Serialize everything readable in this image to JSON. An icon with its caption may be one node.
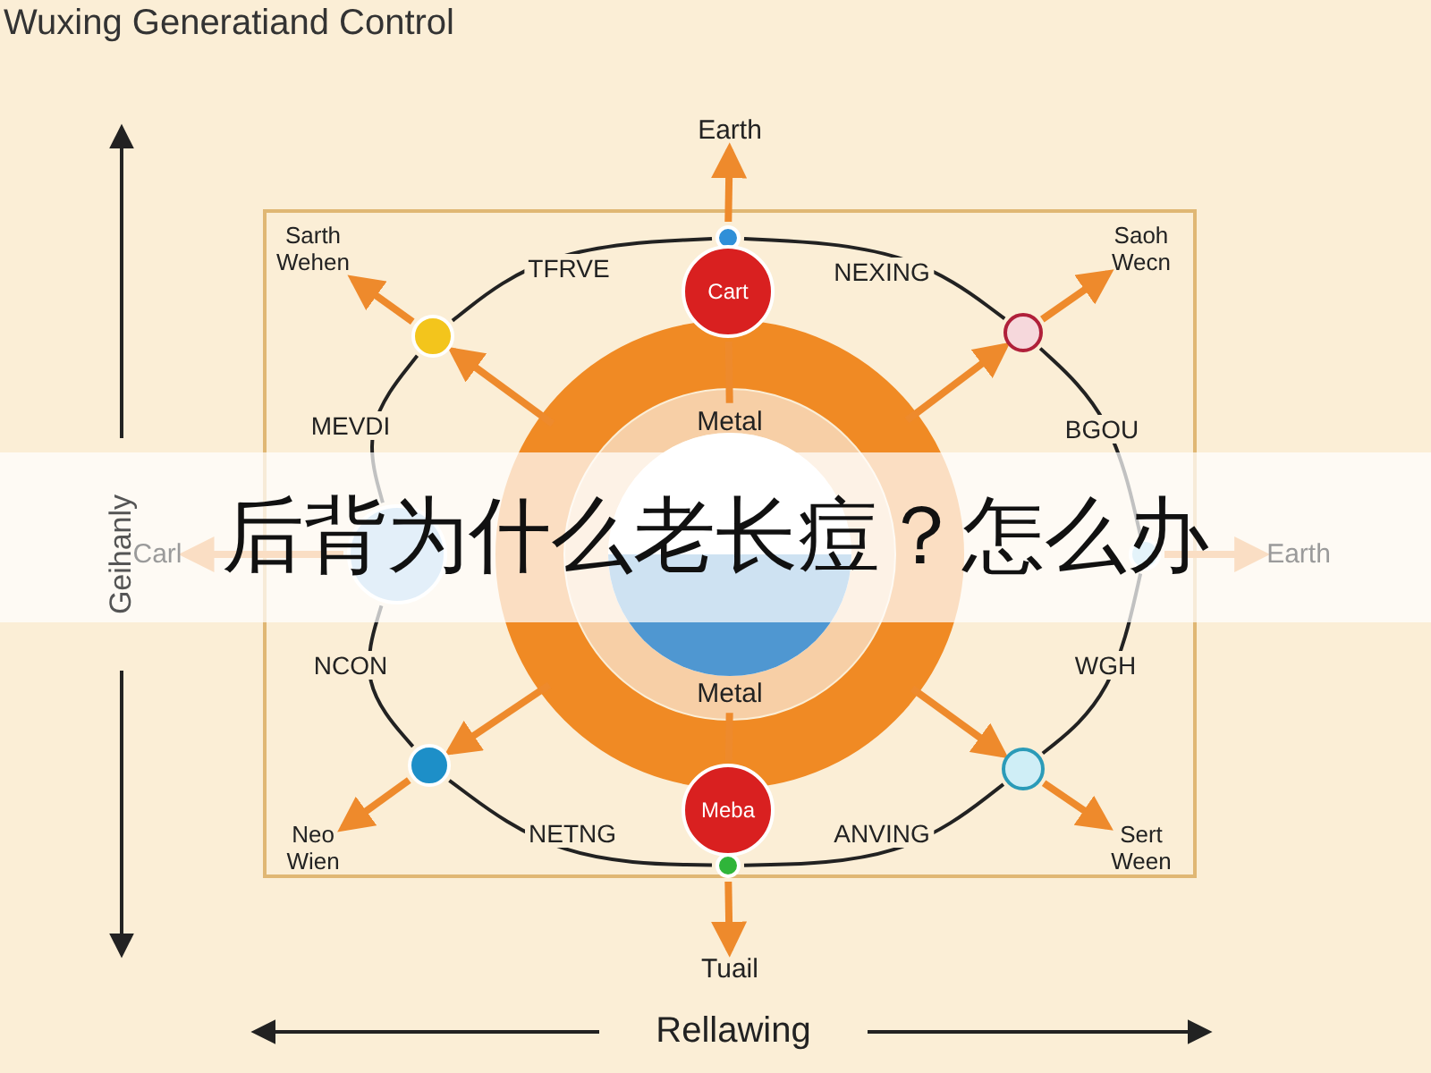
{
  "diagram": {
    "title": "Wuxing Generatiand Control",
    "nodes": [
      {
        "text": [
          "Earth"
        ]
      },
      {
        "text": [],
        "shape": "circle"
      },
      {
        "text": [
          "Cart"
        ]
      },
      {
        "text": [
          "Metal"
        ]
      },
      {
        "text": [
          "Sarth Wehen"
        ]
      },
      {
        "text": [],
        "shape": "circle"
      },
      {
        "text": [
          "Saoh Wecn"
        ]
      },
      {
        "text": [],
        "shape": "circle"
      },
      {
        "text": [
          "Carl"
        ]
      },
      {
        "text": [],
        "shape": "circle"
      },
      {
        "text": [
          "Earth"
        ]
      },
      {
        "text": [],
        "shape": "circle"
      },
      {
        "text": [
          "Metal"
        ]
      },
      {
        "text": [
          "Meba"
        ]
      },
      {
        "text": [],
        "shape": "circle"
      },
      {
        "text": [
          "Tuail"
        ]
      },
      {
        "text": [],
        "shape": "circle"
      },
      {
        "text": [
          "Neo Wien"
        ]
      },
      {
        "text": [],
        "shape": "circle"
      },
      {
        "text": [
          "Sert Ween"
        ]
      }
    ],
    "edges": [
      {
        "from": 1,
        "to": 0,
        "arrow": "to"
      },
      {
        "from": 2,
        "to": 3,
        "arrow": "none"
      },
      {
        "from": null,
        "to": 5,
        "arrow": "to"
      },
      {
        "from": 5,
        "to": 4,
        "arrow": "to"
      },
      {
        "from": null,
        "to": 7,
        "arrow": "to"
      },
      {
        "from": 7,
        "to": 6,
        "arrow": "to"
      },
      {
        "from": 11,
        "to": 10,
        "arrow": "to"
      },
      {
        "from": 13,
        "to": 12,
        "arrow": "none"
      },
      {
        "from": 14,
        "to": 15,
        "arrow": "to"
      },
      {
        "from": null,
        "to": 16,
        "arrow": "to"
      },
      {
        "from": 16,
        "to": 17,
        "arrow": "to"
      },
      {
        "from": null,
        "to": 18,
        "arrow": "to"
      },
      {
        "from": 18,
        "to": 19,
        "arrow": "to"
      },
      {
        "from": 5,
        "to": 1,
        "arrow": "none",
        "label": "TFRVE",
        "color": "#222222"
      },
      {
        "from": 1,
        "to": 7,
        "arrow": "none",
        "label": "NEXING",
        "color": "#222222"
      },
      {
        "from": 7,
        "to": 11,
        "arrow": "none",
        "label": "BGOU",
        "color": "#222222"
      },
      {
        "from": 11,
        "to": 18,
        "arrow": "none",
        "label": "WGH",
        "color": "#222222"
      },
      {
        "from": 18,
        "to": 14,
        "arrow": "none",
        "label": "ANVING",
        "color": "#222222"
      },
      {
        "from": 14,
        "to": 16,
        "arrow": "none",
        "label": "NETNG",
        "color": "#222222"
      },
      {
        "from": 16,
        "to": 9,
        "arrow": "none",
        "label": "NCON",
        "color": "#222222"
      },
      {
        "from": 9,
        "to": 5,
        "arrow": "none",
        "label": "MEVDI",
        "color": "#222222"
      },
      {
        "from": 9,
        "to": 8,
        "arrow": "to"
      }
    ],
    "labels": [
      "Geihanly",
      "Rellawing",
      "后背为什么老长痘？怎么办"
    ]
  }
}
